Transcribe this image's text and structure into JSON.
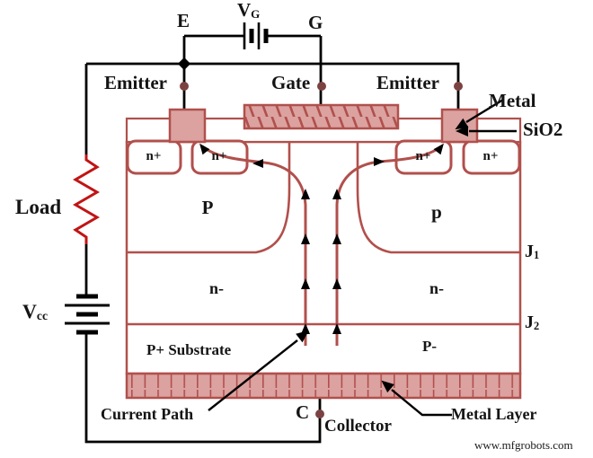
{
  "diagram_type": "IGBT cross-section with drive circuit",
  "colors": {
    "device_line": "#b1504c",
    "metal_fill": "#dba2a0",
    "wire": "#000000",
    "resistor": "#c11414",
    "terminal_dot": "#7c4242",
    "text": "#141414",
    "background": "#ffffff"
  },
  "labels": {
    "e": "E",
    "g": "G",
    "c": "C",
    "vg_base": "V",
    "vg_sub": "G",
    "vcc_base": "V",
    "vcc_sub": "cc",
    "load": "Load",
    "emitter_left": "Emitter",
    "gate": "Gate",
    "emitter_right": "Emitter",
    "metal": "Metal",
    "sio2": "SiO2",
    "j1_base": "J",
    "j1_sub": "1",
    "j2_base": "J",
    "j2_sub": "2",
    "n_plus": "n+",
    "p_left": "P",
    "p_right": "p",
    "n_minus": "n-",
    "p_substrate": "P+ Substrate",
    "p_minus": "P-",
    "current_path": "Current Path",
    "collector": "Collector",
    "metal_layer": "Metal Layer",
    "watermark": "www.mfgrobots.com"
  }
}
